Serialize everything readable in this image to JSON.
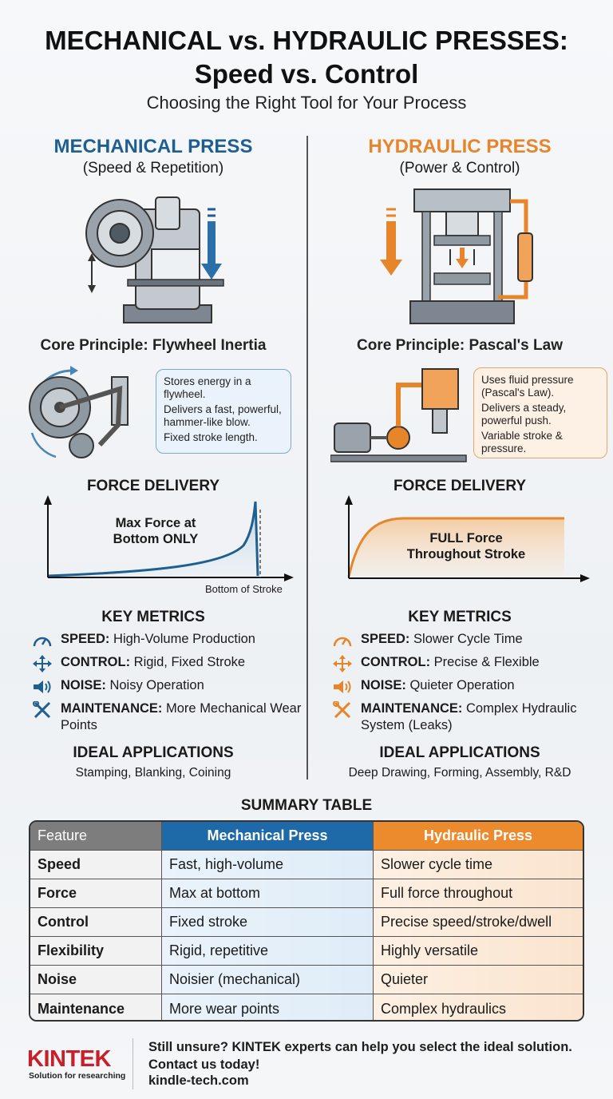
{
  "header": {
    "title_line1": "MECHANICAL vs. HYDRAULIC PRESSES:",
    "title_line2": "Speed vs. Control",
    "subtitle": "Choosing the Right Tool for Your Process"
  },
  "mechanical": {
    "title": "MECHANICAL PRESS",
    "subtitle": "(Speed & Repetition)",
    "principle": "Core Principle: Flywheel Inertia",
    "bubble": [
      "Stores energy in a flywheel.",
      "Delivers a fast, powerful, hammer-like blow.",
      "Fixed stroke length."
    ],
    "force_title": "FORCE DELIVERY",
    "chart_label_line1": "Max Force at",
    "chart_label_line2": "Bottom ONLY",
    "axis_note": "Bottom of Stroke",
    "metrics_title": "KEY METRICS",
    "metrics": [
      {
        "key": "SPEED:",
        "value": "High-Volume Production",
        "icon": "gauge-icon"
      },
      {
        "key": "CONTROL:",
        "value": "Rigid, Fixed Stroke",
        "icon": "move-arrows-icon"
      },
      {
        "key": "NOISE:",
        "value": "Noisy Operation",
        "icon": "speaker-icon"
      },
      {
        "key": "MAINTENANCE:",
        "value": "More Mechanical Wear Points",
        "icon": "tools-icon"
      }
    ],
    "apps_title": "IDEAL APPLICATIONS",
    "apps": "Stamping, Blanking, Coining"
  },
  "hydraulic": {
    "title": "HYDRAULIC PRESS",
    "subtitle": "(Power & Control)",
    "principle": "Core Principle: Pascal's Law",
    "bubble": [
      "Uses fluid pressure (Pascal's Law).",
      "Delivers a steady, powerful push.",
      "Variable stroke & pressure."
    ],
    "force_title": "FORCE DELIVERY",
    "chart_label_line1": "FULL Force",
    "chart_label_line2": "Throughout Stroke",
    "metrics_title": "KEY METRICS",
    "metrics": [
      {
        "key": "SPEED:",
        "value": "Slower Cycle Time",
        "icon": "gauge-icon"
      },
      {
        "key": "CONTROL:",
        "value": "Precise & Flexible",
        "icon": "move-arrows-icon"
      },
      {
        "key": "NOISE:",
        "value": "Quieter Operation",
        "icon": "speaker-icon"
      },
      {
        "key": "MAINTENANCE:",
        "value": "Complex Hydraulic System (Leaks)",
        "icon": "tools-icon"
      }
    ],
    "apps_title": "IDEAL APPLICATIONS",
    "apps": "Deep Drawing, Forming, Assembly, R&D"
  },
  "summary": {
    "title": "SUMMARY TABLE",
    "headers": [
      "Feature",
      "Mechanical Press",
      "Hydraulic Press"
    ],
    "rows": [
      [
        "Speed",
        "Fast, high-volume",
        "Slower cycle time"
      ],
      [
        "Force",
        "Max at bottom",
        "Full force throughout"
      ],
      [
        "Control",
        "Fixed stroke",
        "Precise speed/stroke/dwell"
      ],
      [
        "Flexibility",
        "Rigid, repetitive",
        "Highly versatile"
      ],
      [
        "Noise",
        "Noisier (mechanical)",
        "Quieter"
      ],
      [
        "Maintenance",
        "More wear points",
        "Complex hydraulics"
      ]
    ]
  },
  "footer": {
    "logo": "KINTEK",
    "tagline": "Solution for researching",
    "cta_line1": "Still unsure? KINTEK experts can help you select the ideal solution.",
    "cta_line2": "Contact us today!",
    "link": "kindle-tech.com"
  },
  "colors": {
    "mechanical_blue": "#1f5f8f",
    "hydraulic_orange": "#e6852a",
    "brand_red": "#c8202a"
  }
}
